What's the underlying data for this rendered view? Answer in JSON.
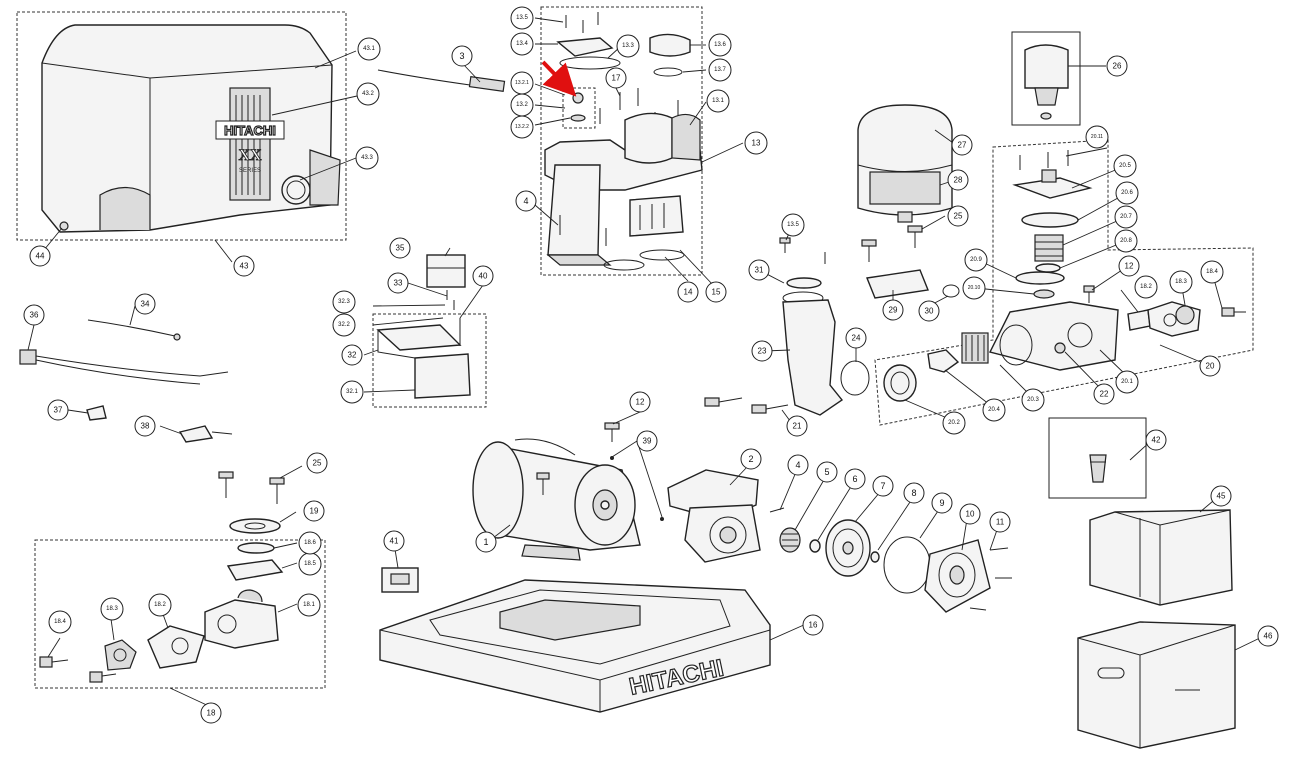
{
  "brand": {
    "name": "HITACHI",
    "series": "XX",
    "series_sub": "SERIES"
  },
  "callouts": [
    {
      "id": "c1",
      "label": "1"
    },
    {
      "id": "c2",
      "label": "2"
    },
    {
      "id": "c3",
      "label": "3"
    },
    {
      "id": "c4a",
      "label": "4"
    },
    {
      "id": "c4b",
      "label": "4"
    },
    {
      "id": "c5",
      "label": "5"
    },
    {
      "id": "c6",
      "label": "6"
    },
    {
      "id": "c7",
      "label": "7"
    },
    {
      "id": "c8",
      "label": "8"
    },
    {
      "id": "c9",
      "label": "9"
    },
    {
      "id": "c10",
      "label": "10"
    },
    {
      "id": "c11",
      "label": "11"
    },
    {
      "id": "c12a",
      "label": "12"
    },
    {
      "id": "c12b",
      "label": "12"
    },
    {
      "id": "c13",
      "label": "13"
    },
    {
      "id": "c13_1",
      "label": "13.1"
    },
    {
      "id": "c13_2",
      "label": "13.2"
    },
    {
      "id": "c13_2_1",
      "label": "13.2.1"
    },
    {
      "id": "c13_2_2",
      "label": "13.2.2"
    },
    {
      "id": "c13_3",
      "label": "13.3"
    },
    {
      "id": "c13_4",
      "label": "13.4"
    },
    {
      "id": "c13_5a",
      "label": "13.5"
    },
    {
      "id": "c13_5b",
      "label": "13.5"
    },
    {
      "id": "c13_6",
      "label": "13.6"
    },
    {
      "id": "c13_7",
      "label": "13.7"
    },
    {
      "id": "c14",
      "label": "14"
    },
    {
      "id": "c15",
      "label": "15"
    },
    {
      "id": "c16",
      "label": "16"
    },
    {
      "id": "c17",
      "label": "17"
    },
    {
      "id": "c18",
      "label": "18"
    },
    {
      "id": "c18_1",
      "label": "18.1"
    },
    {
      "id": "c18_2a",
      "label": "18.2"
    },
    {
      "id": "c18_2b",
      "label": "18.2"
    },
    {
      "id": "c18_3a",
      "label": "18.3"
    },
    {
      "id": "c18_3b",
      "label": "18.3"
    },
    {
      "id": "c18_4a",
      "label": "18.4"
    },
    {
      "id": "c18_4b",
      "label": "18.4"
    },
    {
      "id": "c18_5",
      "label": "18.5"
    },
    {
      "id": "c18_6",
      "label": "18.6"
    },
    {
      "id": "c19",
      "label": "19"
    },
    {
      "id": "c20",
      "label": "20"
    },
    {
      "id": "c20_1",
      "label": "20.1"
    },
    {
      "id": "c20_2",
      "label": "20.2"
    },
    {
      "id": "c20_3",
      "label": "20.3"
    },
    {
      "id": "c20_4",
      "label": "20.4"
    },
    {
      "id": "c20_5",
      "label": "20.5"
    },
    {
      "id": "c20_6",
      "label": "20.6"
    },
    {
      "id": "c20_7",
      "label": "20.7"
    },
    {
      "id": "c20_8",
      "label": "20.8"
    },
    {
      "id": "c20_9",
      "label": "20.9"
    },
    {
      "id": "c20_10",
      "label": "20.10"
    },
    {
      "id": "c20_11",
      "label": "20.11"
    },
    {
      "id": "c21",
      "label": "21"
    },
    {
      "id": "c22",
      "label": "22"
    },
    {
      "id": "c23",
      "label": "23"
    },
    {
      "id": "c24",
      "label": "24"
    },
    {
      "id": "c25a",
      "label": "25"
    },
    {
      "id": "c25b",
      "label": "25"
    },
    {
      "id": "c26",
      "label": "26"
    },
    {
      "id": "c27",
      "label": "27"
    },
    {
      "id": "c28",
      "label": "28"
    },
    {
      "id": "c29",
      "label": "29"
    },
    {
      "id": "c30",
      "label": "30"
    },
    {
      "id": "c31",
      "label": "31"
    },
    {
      "id": "c32",
      "label": "32"
    },
    {
      "id": "c32_1",
      "label": "32.1"
    },
    {
      "id": "c32_2",
      "label": "32.2"
    },
    {
      "id": "c32_3",
      "label": "32.3"
    },
    {
      "id": "c33",
      "label": "33"
    },
    {
      "id": "c34",
      "label": "34"
    },
    {
      "id": "c35",
      "label": "35"
    },
    {
      "id": "c36",
      "label": "36"
    },
    {
      "id": "c37",
      "label": "37"
    },
    {
      "id": "c38",
      "label": "38"
    },
    {
      "id": "c39",
      "label": "39"
    },
    {
      "id": "c40",
      "label": "40"
    },
    {
      "id": "c41",
      "label": "41"
    },
    {
      "id": "c42",
      "label": "42"
    },
    {
      "id": "c43",
      "label": "43"
    },
    {
      "id": "c43_1",
      "label": "43.1"
    },
    {
      "id": "c43_2",
      "label": "43.2"
    },
    {
      "id": "c43_3",
      "label": "43.3"
    },
    {
      "id": "c44",
      "label": "44"
    },
    {
      "id": "c45",
      "label": "45"
    },
    {
      "id": "c46",
      "label": "46"
    }
  ],
  "colors": {
    "ink": "#222222",
    "paper": "#ffffff",
    "highlight_arrow": "#e01010"
  }
}
